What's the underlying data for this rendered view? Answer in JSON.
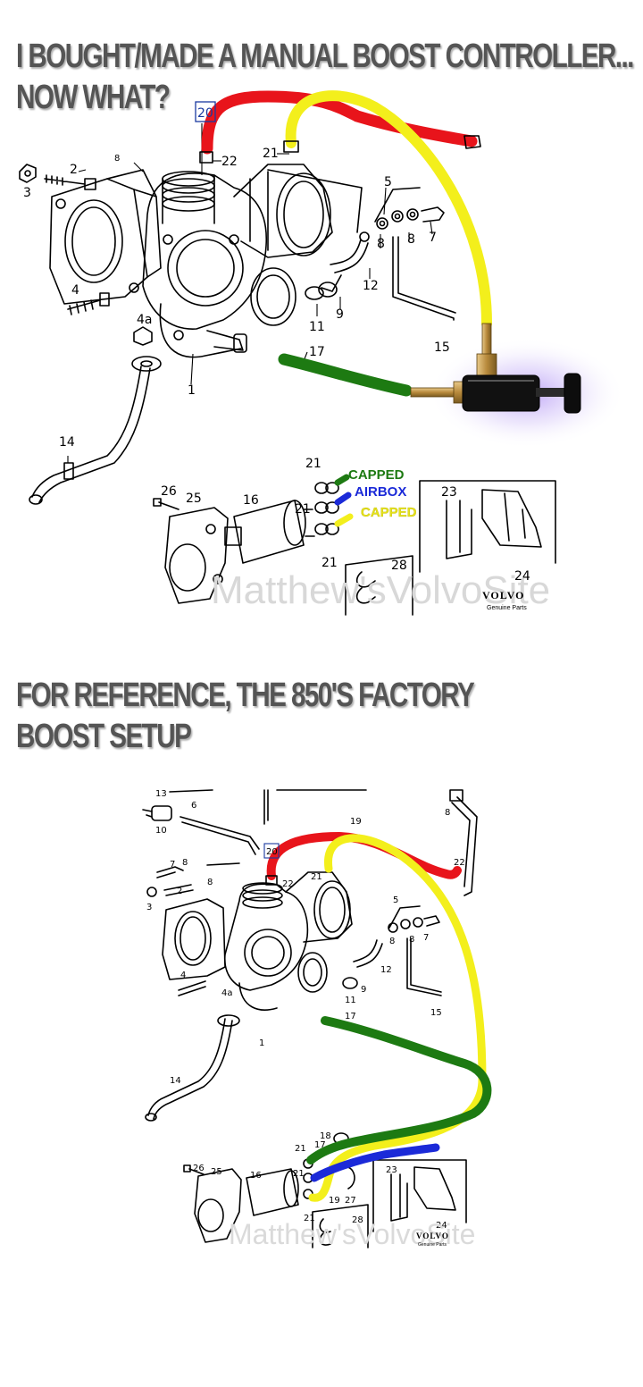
{
  "headings": {
    "top_line1": "I BOUGHT/MADE A MANUAL BOOST CONTROLLER...",
    "top_line2": "NOW WHAT?",
    "bottom_line1": "FOR REFERENCE, THE 850'S FACTORY",
    "bottom_line2": "BOOST SETUP"
  },
  "labels": {
    "capped_green": "CAPPED",
    "airbox": "AIRBOX",
    "capped_yellow": "CAPPED"
  },
  "brand": {
    "name": "VOLVO",
    "tagline": "Genuine Parts"
  },
  "watermark": "Matthew'sVolvoSite",
  "part_numbers": {
    "p1": "1",
    "p2": "2",
    "p3": "3",
    "p4": "4",
    "p4a": "4a",
    "p5": "5",
    "p6": "6",
    "p7": "7",
    "p8": "8",
    "p9": "9",
    "p10": "10",
    "p11": "11",
    "p12": "12",
    "p13": "13",
    "p14": "14",
    "p15": "15",
    "p16": "16",
    "p17": "17",
    "p18": "18",
    "p19": "19",
    "p20": "20",
    "p21": "21",
    "p22": "22",
    "p23": "23",
    "p24": "24",
    "p25": "25",
    "p26": "26",
    "p27": "27",
    "p28": "28"
  },
  "colors": {
    "heading_text": "#555555",
    "hose_red": "#e8141b",
    "hose_yellow": "#f3ef1c",
    "hose_green": "#1d7a12",
    "hose_blue": "#1b2ad8",
    "label_green": "#1d7a12",
    "label_blue": "#1b2ad8",
    "label_yellow": "#e6e21a",
    "controller_glow": "#8a5cf0"
  }
}
